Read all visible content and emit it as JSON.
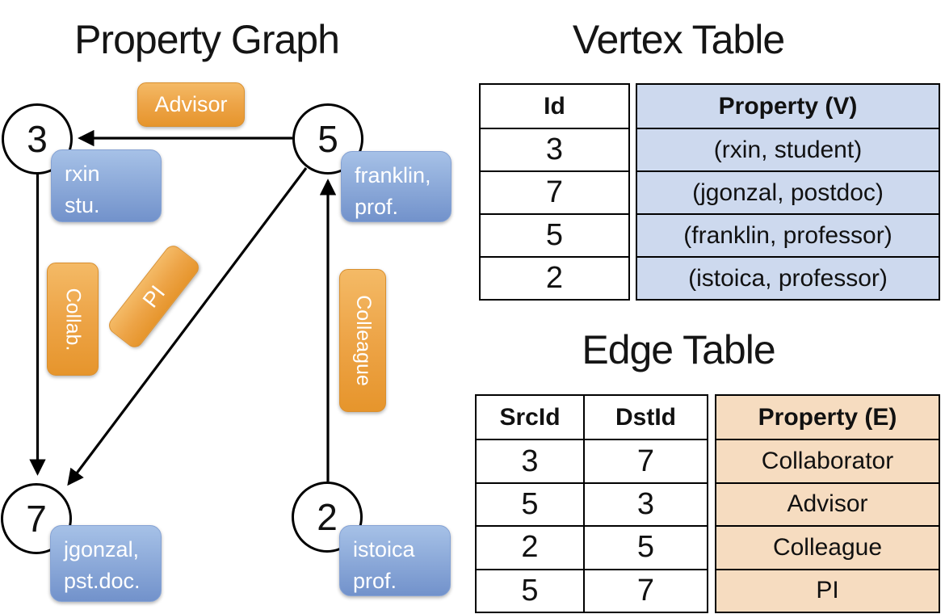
{
  "graph": {
    "title": "Property Graph",
    "nodes": [
      {
        "id": "3",
        "prop_lines": [
          "rxin",
          "stu."
        ]
      },
      {
        "id": "5",
        "prop_lines": [
          "franklin,",
          "prof."
        ]
      },
      {
        "id": "7",
        "prop_lines": [
          "jgonzal,",
          "pst.doc."
        ]
      },
      {
        "id": "2",
        "prop_lines": [
          "istoica",
          "prof."
        ]
      }
    ],
    "edges": [
      {
        "label": "Advisor",
        "src": "5",
        "dst": "3"
      },
      {
        "label": "Collab.",
        "src": "3",
        "dst": "7"
      },
      {
        "label": "PI",
        "src": "5",
        "dst": "7"
      },
      {
        "label": "Colleague",
        "src": "2",
        "dst": "5"
      }
    ]
  },
  "vertex_table": {
    "title": "Vertex Table",
    "columns": [
      "Id",
      "Property (V)"
    ],
    "rows": [
      [
        "3",
        "(rxin, student)"
      ],
      [
        "7",
        "(jgonzal, postdoc)"
      ],
      [
        "5",
        "(franklin, professor)"
      ],
      [
        "2",
        "(istoica, professor)"
      ]
    ]
  },
  "edge_table": {
    "title": "Edge Table",
    "columns": [
      "SrcId",
      "DstId",
      "Property (E)"
    ],
    "rows": [
      [
        "3",
        "7",
        "Collaborator"
      ],
      [
        "5",
        "3",
        "Advisor"
      ],
      [
        "2",
        "5",
        "Colleague"
      ],
      [
        "5",
        "7",
        "PI"
      ]
    ]
  },
  "colors": {
    "edge_label_orange_top": "#f4ba66",
    "edge_label_orange_bottom": "#e6952c",
    "vertex_label_blue_top": "#a6c1e7",
    "vertex_label_blue_bottom": "#7292cb",
    "vertex_table_cell_bg": "#cdd9ee",
    "edge_table_cell_bg": "#f6dcc0",
    "line_color": "#000000",
    "label_text": "#ffffff"
  }
}
